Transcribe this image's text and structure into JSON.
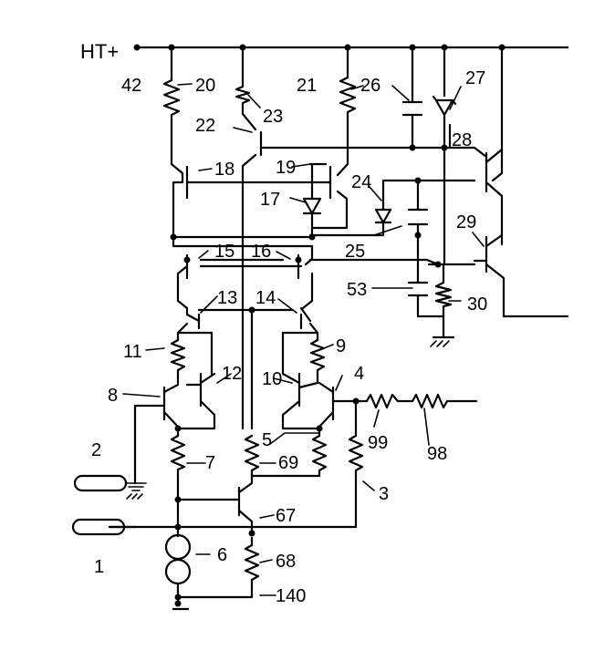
{
  "labels": {
    "supply": "HT+",
    "n42": "42",
    "n20": "20",
    "n21": "21",
    "n22": "22",
    "n23": "23",
    "n26": "26",
    "n27": "27",
    "n28": "28",
    "n18": "18",
    "n19": "19",
    "n17": "17",
    "n24": "24",
    "n25": "25",
    "n29": "29",
    "n15": "15",
    "n16": "16",
    "n53": "53",
    "n30": "30",
    "n13": "13",
    "n14": "14",
    "n11": "11",
    "n9": "9",
    "n12": "12",
    "n10": "10",
    "n8": "8",
    "n4": "4",
    "n99": "99",
    "n98": "98",
    "n5": "5",
    "n2": "2",
    "n7": "7",
    "n69": "69",
    "n3": "3",
    "n67": "67",
    "n1": "1",
    "n6": "6",
    "n68": "68",
    "n140": "140"
  }
}
